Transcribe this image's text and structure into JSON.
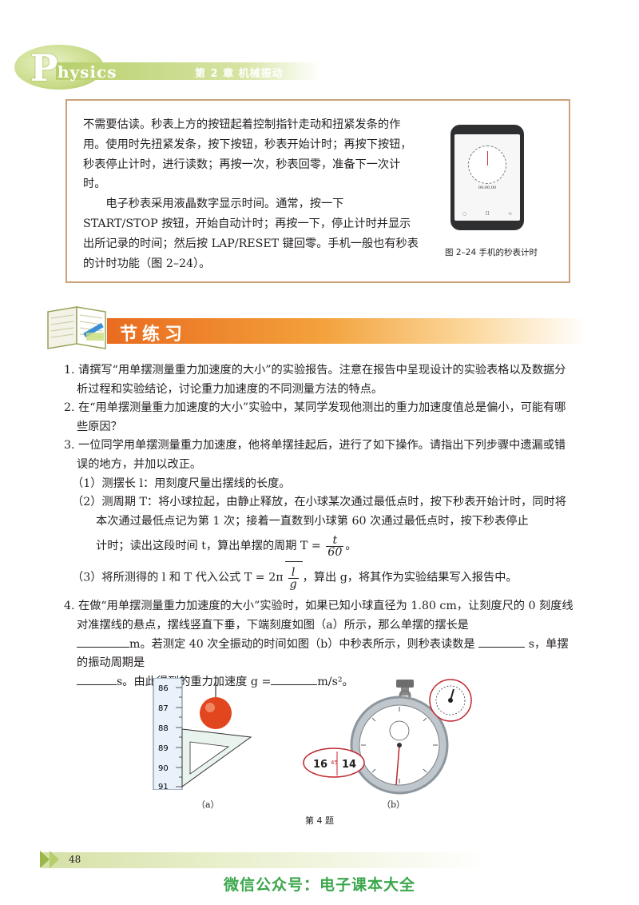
{
  "header": {
    "logo_letter": "P",
    "logo_rest": "hysics",
    "chapter": "第 2 章    机械振动"
  },
  "box": {
    "para1": "不需要估读。秒表上方的按钮起着控制指针走动和扭紧发条的作用。使用时先扭紧发条，按下按钮，秒表开始计时；再按下按钮，秒表停止计时，进行读数；再按一次，秒表回零，准备下一次计时。",
    "para2": "电子秒表采用液晶数字显示时间。通常，按一下 START/STOP 按钮，开始自动计时；再按一下，停止计时并显示出所记录的时间；然后按 LAP/RESET 键回零。手机一般也有秒表的计时功能（图 2–24）。",
    "figure_caption": "图 2–24    手机的秒表计时"
  },
  "section": {
    "title": "节练习"
  },
  "exercises": {
    "q1": "1. 请撰写“用单摆测量重力加速度的大小”的实验报告。注意在报告中呈现设计的实验表格以及数据分析过程和实验结论，讨论重力加速度的不同测量方法的特点。",
    "q2": "2. 在“用单摆测量重力加速度的大小”实验中，某同学发现他测出的重力加速度值总是偏小，可能有哪些原因？",
    "q3": "3. 一位同学用单摆测量重力加速度，他将单摆挂起后，进行了如下操作。请指出下列步骤中遗漏或错误的地方，并加以改正。",
    "q3_1": "（1）测摆长 l：用刻度尺量出摆线的长度。",
    "q3_2a": "（2）测周期 T：将小球拉起，由静止释放，在小球某次通过最低点时，按下秒表开始计时，同时将本次通过最低点记为第 1 次；接着一直数到小球第 60 次通过最低点时，按下秒表停止",
    "q3_2b": "计时；读出这段时间 t，算出单摆的周期 T =",
    "q3_2_num": "t",
    "q3_2_den": "60",
    "q3_2_end": "。",
    "q3_3a": "（3）将所测得的 l 和 T 代入公式 T = 2π",
    "q3_3_num": "l",
    "q3_3_den": "g",
    "q3_3b": "，算出 g，将其作为实验结果写入报告中。",
    "q4a": "4. 在做“用单摆测量重力加速度的大小”实验时，如果已知小球直径为 1.80 cm，让刻度尺的 0 刻度线对准摆线的悬点，摆线竖直下垂，下端刻度如图（a）所示，那么单摆的摆长是",
    "q4_unit1": "m。若测定 40 次全振动的时间如图（b）中秒表所示，则秒表读数是",
    "q4_unit2": "s，单摆的振动周期是",
    "q4_unit3": "s。由此得到的重力加速度 g =",
    "q4_unit4": "m/s²。"
  },
  "figures": {
    "ruler_ticks": [
      "86",
      "87",
      "88",
      "89",
      "90",
      "91"
    ],
    "stopwatch_inset": [
      "16",
      "45",
      "14"
    ],
    "caption_a": "（a）",
    "caption_b": "（b）",
    "caption_main": "第 4 题"
  },
  "phone": {
    "digits": "00:00.00",
    "buttons": [
      "○",
      "II",
      "↻"
    ]
  },
  "footer": {
    "page_number": "48",
    "watermark": "微信公众号：电子课本大全"
  },
  "colors": {
    "accent_green": "#a9c45a",
    "accent_orange": "#e96b1f",
    "box_border": "#c9a27a",
    "watermark": "#3aa64a"
  }
}
